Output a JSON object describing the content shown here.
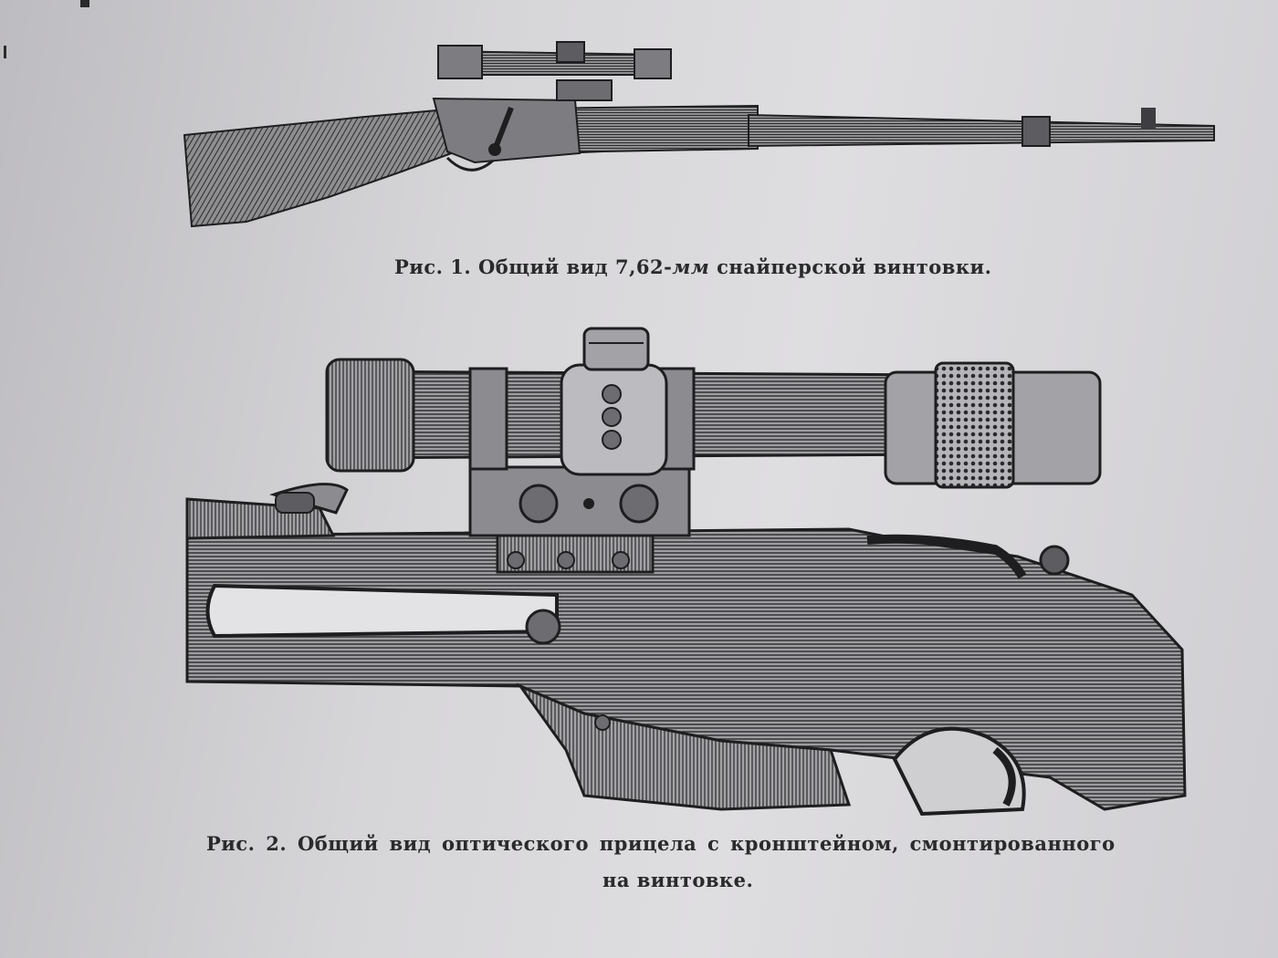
{
  "figure1": {
    "caption_prefix": "Рис. 1. Общий вид 7,62-",
    "caption_unit": "мм",
    "caption_suffix": " снайперской винтовки."
  },
  "figure2": {
    "caption_line1": "Рис. 2.  Общий  вид  оптического прицела с кронштейном, смонтированного",
    "caption_line2": "на винтовке."
  },
  "colors": {
    "paper": "#d6d5d8",
    "ink": "#2a2a2c"
  }
}
